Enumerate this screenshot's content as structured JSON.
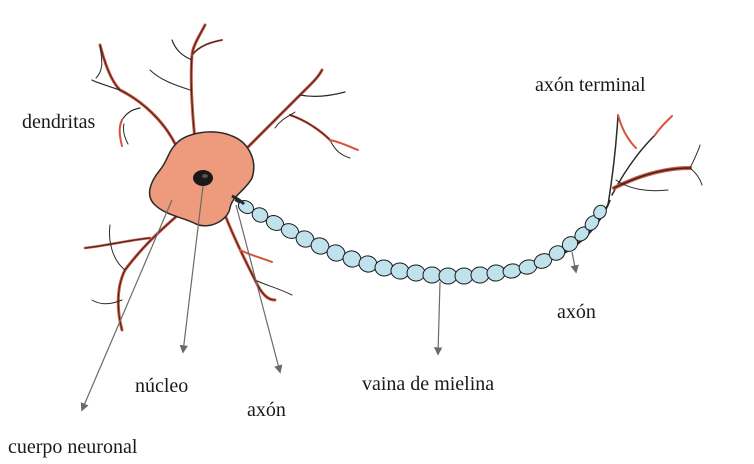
{
  "labels": {
    "dendritas": "dendritas",
    "axon_terminal": "axón terminal",
    "axon_right": "axón",
    "nucleo": "núcleo",
    "axon_bottom": "axón",
    "vaina_de_mielina": "vaina de mielina",
    "cuerpo_neuronal": "cuerpo neuronal"
  },
  "colors": {
    "cell_body": "#ee9a7c",
    "dendrite_red": "#d9533a",
    "myelin": "#bfe2ec",
    "ink": "#1a1a1a",
    "arrow": "#6a6a6a"
  }
}
